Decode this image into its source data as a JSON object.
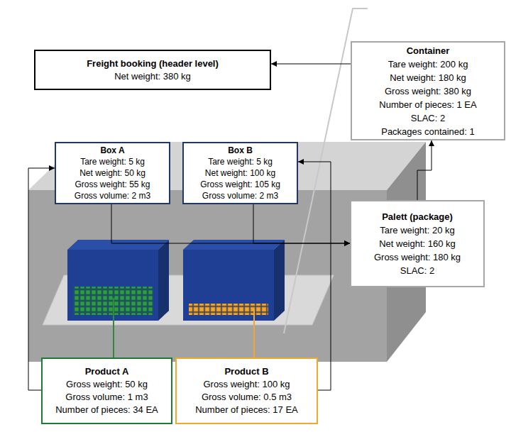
{
  "diagram": {
    "nodes": [
      {
        "text": [
          "Freight booking (header level)",
          "Net weight: 380 kg"
        ]
      },
      {
        "text": [
          "Container",
          "Tare weight: 200 kg",
          "Net weight: 180 kg",
          "Gross weight: 380 kg",
          "Number of pieces: 1 EA",
          "SLAC: 2",
          "Packages contained: 1"
        ]
      },
      {
        "text": [
          "Box A",
          "Tare weight: 5 kg",
          "Net weight: 50 kg",
          "Gross weight: 55 kg",
          "Gross volume: 2 m3"
        ]
      },
      {
        "text": [
          "Box B",
          "Tare weight: 5 kg",
          "Net weight: 100 kg",
          "Gross weight: 105 kg",
          "Gross volume: 2 m3"
        ]
      },
      {
        "text": [
          "Palett (package)",
          "Tare weight: 20 kg",
          "Net weight: 160 kg",
          "Gross weight: 180 kg",
          "SLAC: 2"
        ]
      },
      {
        "text": [
          "Product A",
          "Gross weight: 50 kg",
          "Gross volume: 1 m3",
          "Number of pieces: 34 EA"
        ]
      },
      {
        "text": [
          "Product B",
          "Gross weight: 100 kg",
          "Gross volume: 0.5 m3",
          "Number of pieces: 17 EA"
        ]
      }
    ],
    "edges": [
      {
        "from": 1,
        "to": 0,
        "arrow": "to"
      },
      {
        "from": 4,
        "to": 1,
        "arrow": "to"
      },
      {
        "from": 2,
        "to": 4,
        "arrow": "to"
      },
      {
        "from": 3,
        "to": 4,
        "arrow": "to"
      },
      {
        "from": 5,
        "to": 2,
        "arrow": "to"
      },
      {
        "from": 6,
        "to": 3,
        "arrow": "to"
      }
    ]
  }
}
